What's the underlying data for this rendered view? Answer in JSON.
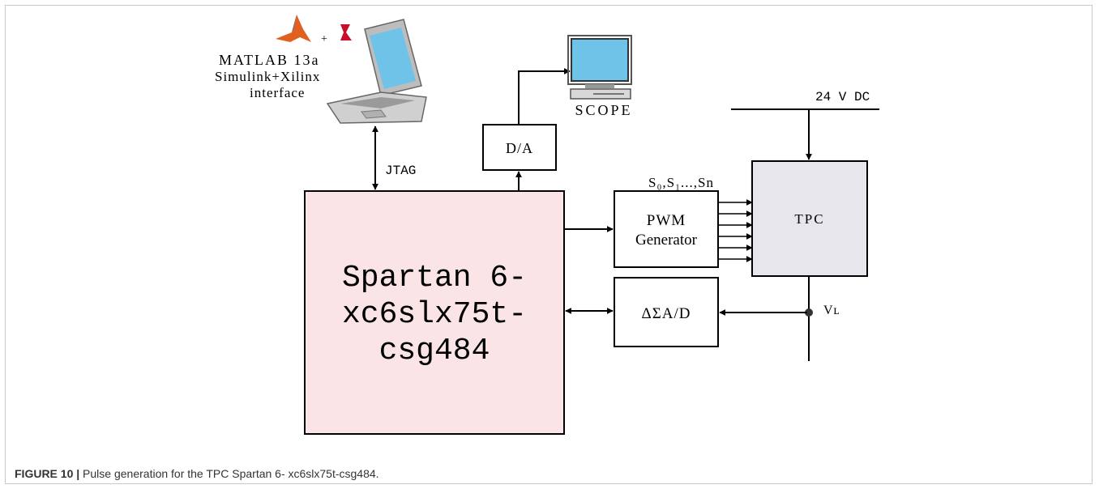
{
  "colors": {
    "fpga_fill": "#fbe4e6",
    "tpc_fill": "#e7e6ec",
    "line": "#000000",
    "matlab_orange": "#e2601f",
    "xilinx_red": "#c8102e",
    "screen_blue": "#6fc3e8",
    "laptop_grey": "#c9c9c9"
  },
  "labels": {
    "plus": "+",
    "matlab_line1": "MATLAB 13a",
    "matlab_line2": "Simulink+Xilinx",
    "matlab_line3": "interface",
    "jtag": "JTAG",
    "da": "D/A",
    "scope": "SCOPE",
    "supply": "24 V DC",
    "switches": "S₀,S₁...,Sn",
    "tpc": "TPC",
    "pwm_line1": "PWM",
    "pwm_line2": "Generator",
    "adc": "ΔΣA/D",
    "vl": "Vʟ",
    "fpga_line1": "Spartan 6-",
    "fpga_line2": "xc6slx75t-",
    "fpga_line3": "csg484"
  },
  "icons": [
    "matlab-logo-icon",
    "xilinx-logo-icon",
    "laptop-icon",
    "scope-computer-icon"
  ],
  "caption": {
    "label": "FIGURE 10 |",
    "text": " Pulse generation for the TPC Spartan 6- xc6slx75t-csg484."
  }
}
